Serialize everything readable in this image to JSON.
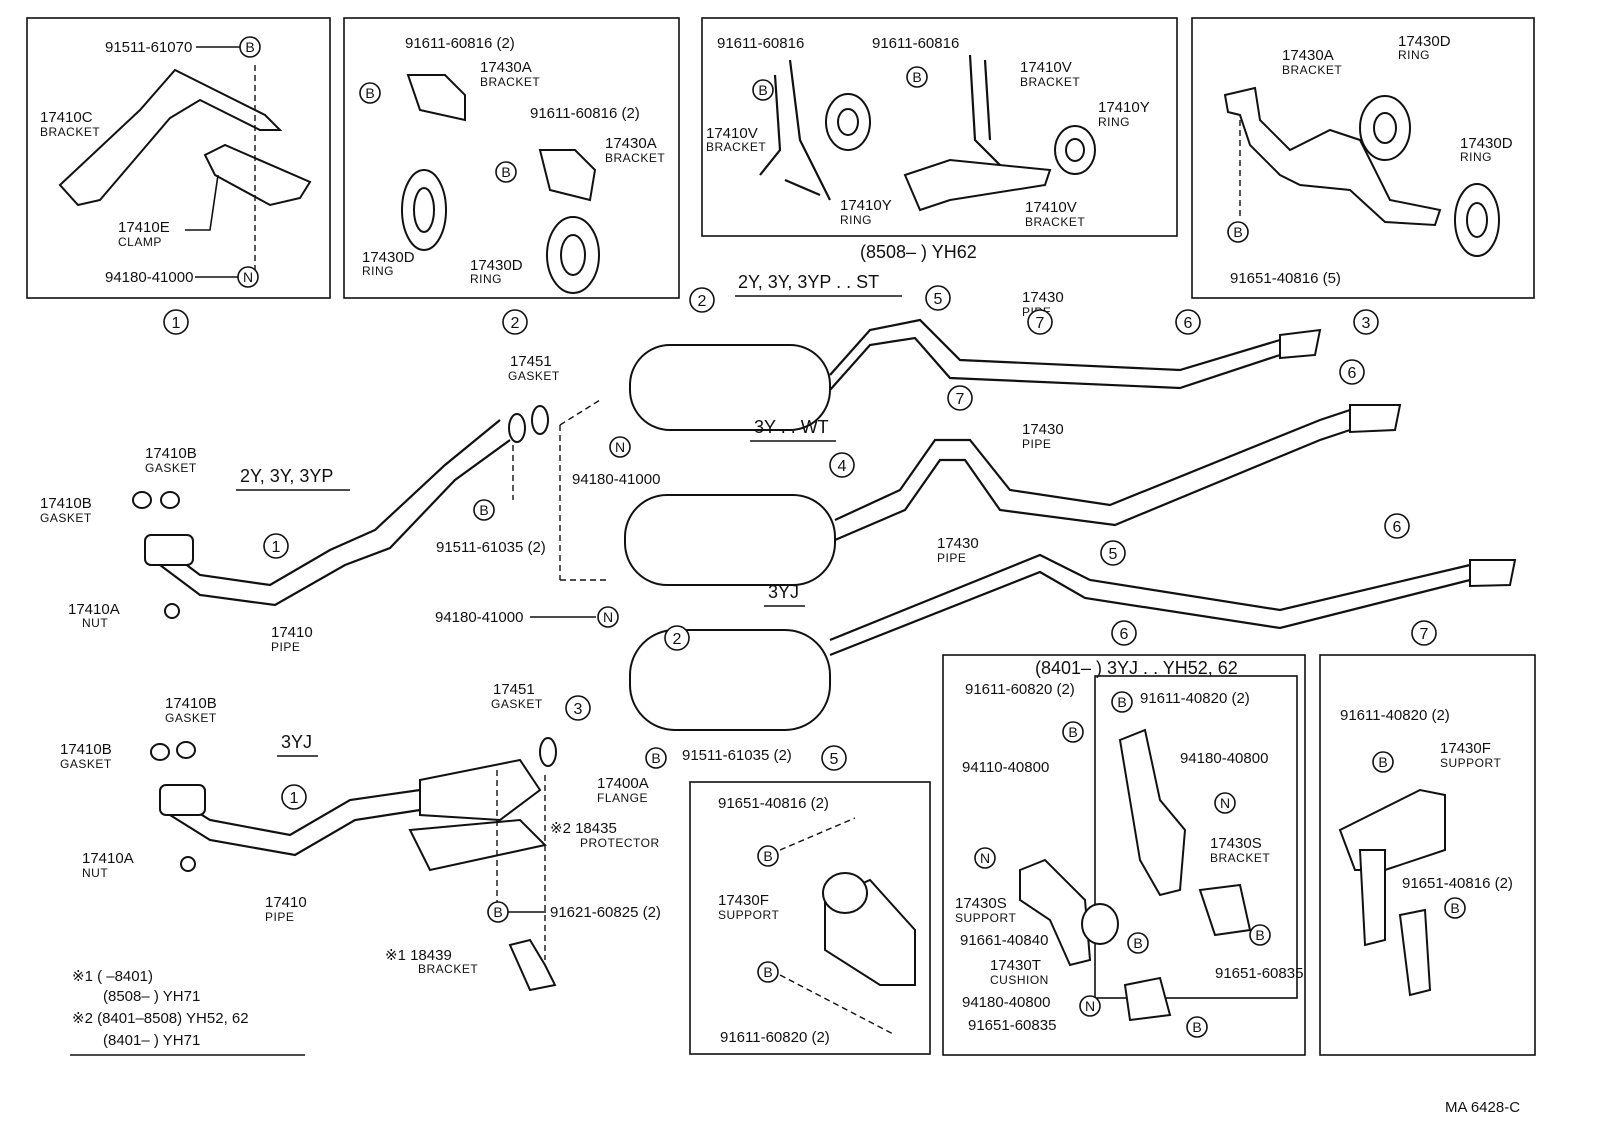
{
  "labels": {
    "d1_b": "91511-61070",
    "d1_17410c": "17410C",
    "d1_bracket": "BRACKET",
    "d1_17410e": "17410E",
    "d1_clamp": "CLAMP",
    "d1_n": "94180-41000",
    "d2_top": "91611-60816 (2)",
    "d2_17430a": "17430A",
    "d2_bracket": "BRACKET",
    "d2_mid": "91611-60816 (2)",
    "d2_17430a2": "17430A",
    "d2_bracket2": "BRACKET",
    "d2_17430d": "17430D",
    "d2_ring": "RING",
    "d2_17430d2": "17430D",
    "d2_ring2": "RING",
    "d3_a": "91611-60816",
    "d3_b": "91611-60816",
    "d3_17410v": "17410V",
    "d3_bracket": "BRACKET",
    "d3_17410y": "17410Y",
    "d3_ring": "RING",
    "d3_17410v2": "17410V",
    "d3_bracket2": "BRACKET",
    "d3_17410y2": "17410Y",
    "d3_ring2": "RING",
    "d3_17410v3": "17410V",
    "d3_bracket3": "BRACKET",
    "d3_caption": "(8508–        ) YH62",
    "d4_17430a": "17430A",
    "d4_bracket": "BRACKET",
    "d4_17430d": "17430D",
    "d4_ring": "RING",
    "d4_17430d2": "17430D",
    "d4_ring2": "RING",
    "d4_b": "91651-40816 (5)",
    "m_title1": "2Y, 3Y, 3YP . . ST",
    "m_title2": "3Y . . WT",
    "m_title3": "3YJ",
    "m_title4": "2Y, 3Y, 3YP",
    "m_title5": "3YJ",
    "m_17430a": "17430",
    "m_pipe_a": "PIPE",
    "m_17430b": "17430",
    "m_pipe_b": "PIPE",
    "m_17430c": "17430",
    "m_pipe_c": "PIPE",
    "m_17451": "17451",
    "m_gasket": "GASKET",
    "m_17451b": "17451",
    "m_gasketb": "GASKET",
    "m_n1": "94180-41000",
    "m_n2": "94180-41000",
    "m_b1": "91511-61035 (2)",
    "m_b2": "91511-61035 (2)",
    "m_17410b1": "17410B",
    "m_gk1": "GASKET",
    "m_17410b2": "17410B",
    "m_gk2": "GASKET",
    "m_17410b3": "17410B",
    "m_gk3": "GASKET",
    "m_17410b4": "17410B",
    "m_gk4": "GASKET",
    "m_17410a": "17410A",
    "m_nut": "NUT",
    "m_17410a2": "17410A",
    "m_nut2": "NUT",
    "m_17410": "17410",
    "m_pipe1": "PIPE",
    "m_17410b": "17410",
    "m_pipe2": "PIPE",
    "m_17400a": "17400A",
    "m_flange": "FLANGE",
    "m_18435": "※2 18435",
    "m_protector": "PROTECTOR",
    "m_b3": "91621-60825 (2)",
    "m_18439": "※1 18439",
    "m_bracket": "BRACKET",
    "notes": [
      "※1 (        –8401)",
      "(8508–        ) YH71",
      "※2 (8401–8508) YH52, 62",
      "(8401–        ) YH71"
    ],
    "d5_b1": "91651-40816 (2)",
    "d5_17430f": "17430F",
    "d5_support": "SUPPORT",
    "d5_b2": "91611-60820 (2)",
    "d6_caption": "(8401–        ) 3YJ . . YH52, 62",
    "d6_b1": "91611-60820 (2)",
    "d6_b2": "91611-40820 (2)",
    "d6_n1": "94110-40800",
    "d6_n2": "94180-40800",
    "d6_17430s": "17430S",
    "d6_bracket": "BRACKET",
    "d6_17430s2": "17430S",
    "d6_support": "SUPPORT",
    "d6_b3": "91661-40840",
    "d6_17430t": "17430T",
    "d6_cushion": "CUSHION",
    "d6_n3": "94180-40800",
    "d6_b4": "91651-60835",
    "d6_b5": "91651-60835",
    "d7_b1": "91611-40820 (2)",
    "d7_17430f": "17430F",
    "d7_support": "SUPPORT",
    "d7_b2": "91651-40816 (2)",
    "ref": "MA 6428-C"
  },
  "marks": {
    "B": "B",
    "N": "N"
  },
  "callouts": [
    "1",
    "2",
    "3",
    "4",
    "5",
    "6",
    "7"
  ]
}
